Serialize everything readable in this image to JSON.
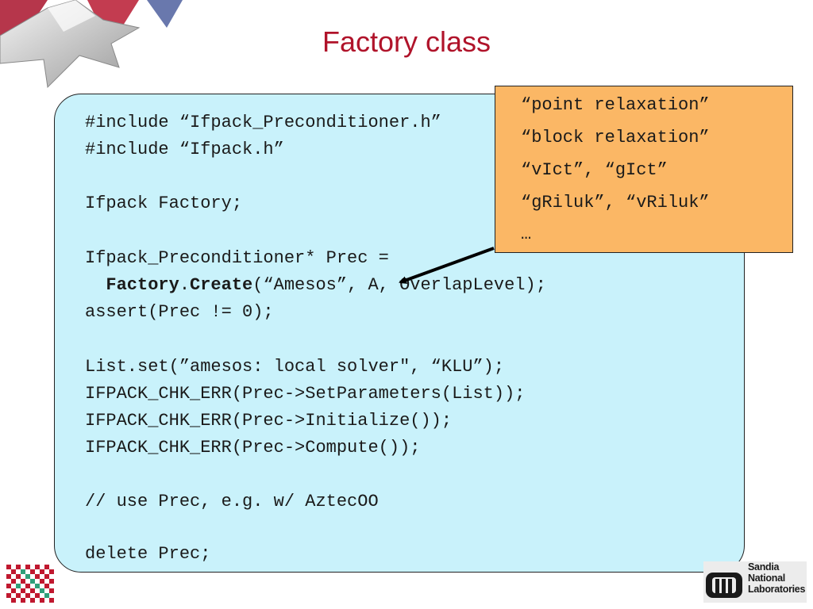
{
  "slide": {
    "title": "Factory class"
  },
  "code": {
    "lines": [
      {
        "text": "#include “Ifpack_Preconditioner.h”"
      },
      {
        "text": "#include “Ifpack.h”"
      },
      {
        "text": ""
      },
      {
        "text": "Ifpack Factory;"
      },
      {
        "text": ""
      },
      {
        "text": "Ifpack_Preconditioner* Prec ="
      },
      {
        "pre": "  ",
        "bold1": "Factory",
        "mid": ".",
        "bold2": "Create",
        "post": "(“Amesos”, A, OverlapLevel);"
      },
      {
        "text": "assert(Prec != 0);"
      },
      {
        "text": ""
      },
      {
        "text": "List.set(”amesos: local solver\", “KLU”);"
      },
      {
        "text": "IFPACK_CHK_ERR(Prec->SetParameters(List));"
      },
      {
        "text": "IFPACK_CHK_ERR(Prec->Initialize());"
      },
      {
        "text": "IFPACK_CHK_ERR(Prec->Compute());"
      },
      {
        "text": ""
      },
      {
        "text": "// use Prec, e.g. w/ AztecOO"
      },
      {
        "text": ""
      },
      {
        "text": "delete Prec;"
      }
    ]
  },
  "callout": {
    "lines": [
      "“point relaxation”",
      "“block relaxation”",
      "“vIct”, “gIct”",
      "“gRiluk”, “vRiluk”",
      "…"
    ]
  },
  "footer": {
    "logo_line1": "Sandia",
    "logo_line2": "National",
    "logo_line3": "Laboratories"
  },
  "icons": {
    "star_logo": "star-emblem-icon",
    "checker_logo": "checkerboard-icon",
    "sandia_logo": "sandia-thunderbird-icon"
  },
  "colors": {
    "title": "#b0132a",
    "code_background": "#c9f2fb",
    "callout_background": "#fbb765"
  }
}
